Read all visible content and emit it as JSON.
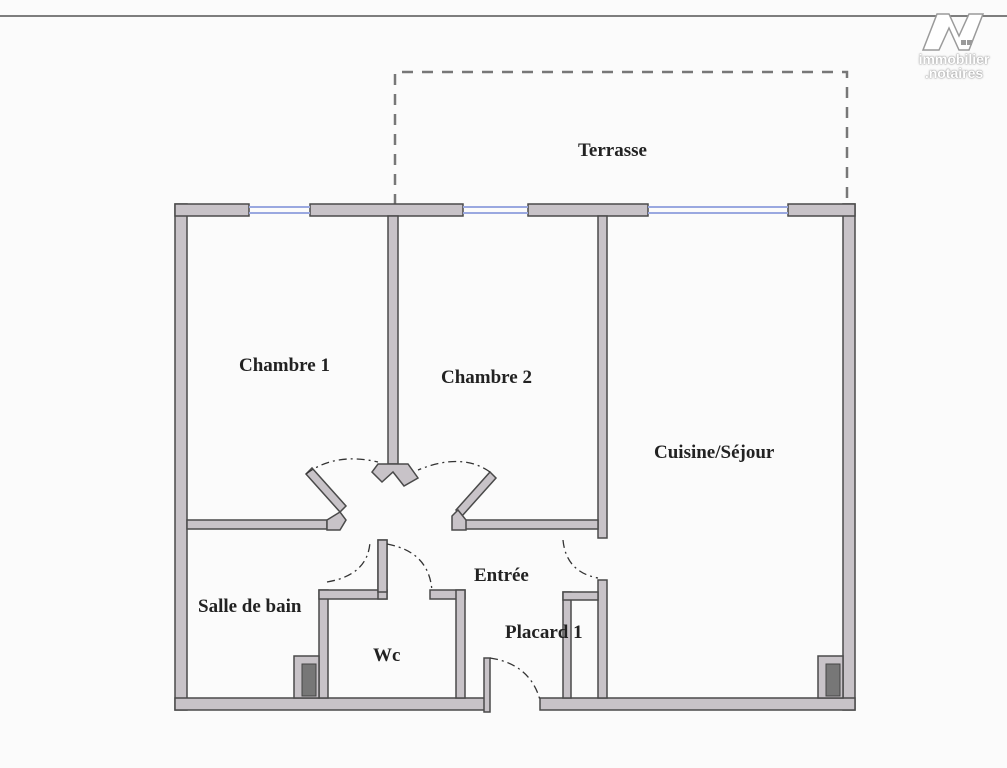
{
  "rooms": {
    "terrasse": "Terrasse",
    "chambre1": "Chambre 1",
    "chambre2": "Chambre 2",
    "cuisine_sejour": "Cuisine/Séjour",
    "entree": "Entrée",
    "salle_de_bain": "Salle de bain",
    "wc": "Wc",
    "placard": "Placard 1"
  },
  "logo": {
    "line1": "immobilier",
    "line2": ".notaires"
  },
  "colors": {
    "wall_fill": "#c8c3c8",
    "wall_stroke": "#4a4a4a",
    "window": "#9aa8e0",
    "background": "#fbfbfb"
  }
}
